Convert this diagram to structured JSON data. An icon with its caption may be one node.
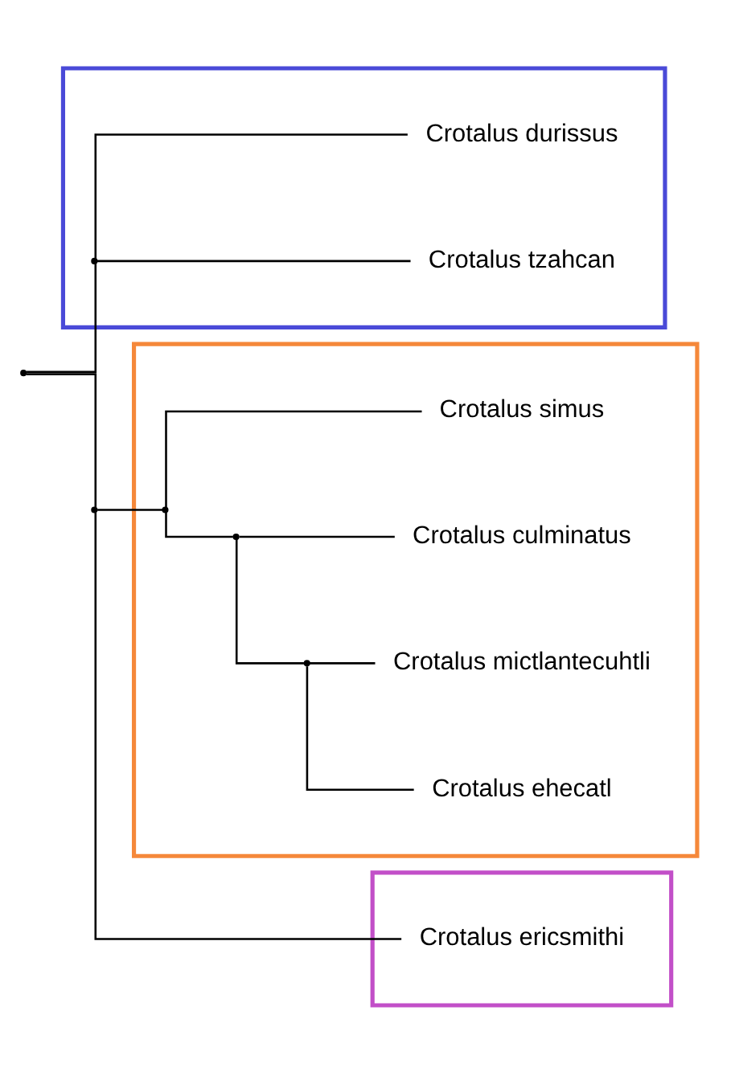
{
  "diagram": {
    "nodes": [
      {
        "text": [],
        "shape": "box"
      },
      {
        "text": [
          "Crotalus ehecatl"
        ],
        "in": 0
      },
      {
        "text": [
          "Crotalus mictlantecuhtli"
        ],
        "in": 0
      },
      {
        "text": [
          "Crotalus culminatus"
        ],
        "in": 0
      },
      {
        "text": [
          "Crotalus simus"
        ],
        "in": 0
      },
      {
        "text": [],
        "shape": "box"
      },
      {
        "text": [
          "Crotalus ericsmithi"
        ],
        "in": 5
      },
      {
        "text": [],
        "shape": "box"
      },
      {
        "text": [
          "Crotalus tzahcan"
        ],
        "in": 7
      },
      {
        "text": [
          "Crotalus durissus"
        ],
        "in": 7
      },
      {
        "text": [],
        "shape": "point"
      },
      {
        "text": [],
        "shape": "point"
      },
      {
        "text": [],
        "shape": "point",
        "in": 0
      },
      {
        "text": [],
        "shape": "point",
        "in": 0
      },
      {
        "text": [],
        "shape": "point",
        "in": 0
      },
      {
        "text": [],
        "shape": "point",
        "in": 7
      }
    ],
    "edges": [
      {
        "from": 10,
        "to": 11,
        "arrow": "none"
      },
      {
        "from": 10,
        "to": 15,
        "arrow": "none"
      },
      {
        "from": 11,
        "to": 12,
        "arrow": "none"
      },
      {
        "from": 11,
        "to": 6,
        "arrow": "none"
      },
      {
        "from": 12,
        "to": 13,
        "arrow": "none"
      },
      {
        "from": 12,
        "to": 4,
        "arrow": "none"
      },
      {
        "from": 13,
        "to": 14,
        "arrow": "none"
      },
      {
        "from": 13,
        "to": 3,
        "arrow": "none"
      },
      {
        "from": 14,
        "to": 1,
        "arrow": "none"
      },
      {
        "from": 14,
        "to": 2,
        "arrow": "none"
      },
      {
        "from": 15,
        "to": 8,
        "arrow": "none"
      },
      {
        "from": 15,
        "to": 9,
        "arrow": "none"
      }
    ]
  }
}
